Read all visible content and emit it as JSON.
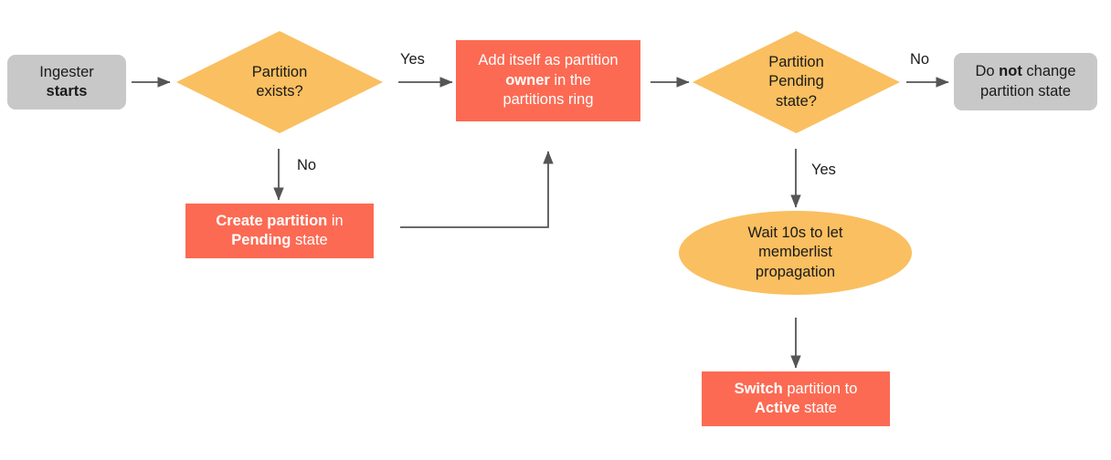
{
  "diagram": {
    "title": "Ingester partition lifecycle flowchart",
    "colors": {
      "terminal_gray": "#c8c8c8",
      "action_red": "#fc6a53",
      "decision_orange": "#fabf60",
      "edge_gray": "#555555",
      "text_dark": "#1a1a1a",
      "text_light": "#ffffff",
      "background": "#ffffff"
    },
    "nodes": [
      {
        "id": "ingester-starts",
        "shape": "rounded-rect",
        "text_plain": "Ingester starts",
        "text_html": "Ingester<br><b>starts</b>"
      },
      {
        "id": "partition-exists",
        "shape": "diamond",
        "text_plain": "Partition exists?",
        "text_html": "Partition<br>exists?"
      },
      {
        "id": "add-owner",
        "shape": "rect",
        "text_plain": "Add itself as partition owner in the partitions ring",
        "text_html": "Add itself as partition<br><b>owner</b> in the<br>partitions ring"
      },
      {
        "id": "partition-pending",
        "shape": "diamond",
        "text_plain": "Partition Pending state?",
        "text_html": "Partition<br>Pending<br>state?"
      },
      {
        "id": "no-change",
        "shape": "rounded-rect",
        "text_plain": "Do not change partition state",
        "text_html": "Do <b>not</b> change<br>partition state"
      },
      {
        "id": "create-partition",
        "shape": "rect",
        "text_plain": "Create partition in Pending state",
        "text_html": "<b>Create partition</b> in<br><b>Pending</b> state"
      },
      {
        "id": "wait-10s",
        "shape": "ellipse",
        "text_plain": "Wait 10s to let memberlist propagation",
        "text_html": "Wait 10s to let<br>memberlist<br>propagation"
      },
      {
        "id": "switch-active",
        "shape": "rect",
        "text_plain": "Switch partition to Active state",
        "text_html": "<b>Switch</b> partition to<br><b>Active</b> state"
      }
    ],
    "edge_labels": {
      "exists_yes": "Yes",
      "exists_no": "No",
      "pending_no": "No",
      "pending_yes": "Yes"
    },
    "edges": [
      {
        "from": "ingester-starts",
        "to": "partition-exists",
        "label": ""
      },
      {
        "from": "partition-exists",
        "to": "add-owner",
        "label": "Yes"
      },
      {
        "from": "partition-exists",
        "to": "create-partition",
        "label": "No"
      },
      {
        "from": "create-partition",
        "to": "add-owner",
        "label": ""
      },
      {
        "from": "add-owner",
        "to": "partition-pending",
        "label": ""
      },
      {
        "from": "partition-pending",
        "to": "no-change",
        "label": "No"
      },
      {
        "from": "partition-pending",
        "to": "wait-10s",
        "label": "Yes"
      },
      {
        "from": "wait-10s",
        "to": "switch-active",
        "label": ""
      }
    ]
  }
}
